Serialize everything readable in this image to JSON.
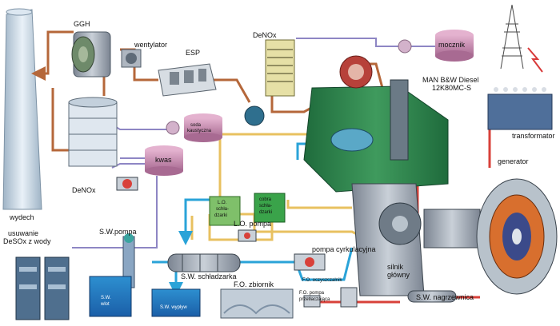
{
  "labels": {
    "ggh": "GGH",
    "wentylator": "wentylator",
    "esp": "ESP",
    "denox_top": "DeNOx",
    "mocznik": "mocznik",
    "engine_title": "MAN B&W Diesel",
    "engine_model": "12K80MC-S",
    "transformator": "transformator",
    "soda_l1": "soda",
    "soda_l2": "kaustyczna",
    "kwas": "kwas",
    "denox_left": "DeNOx",
    "generator": "generator",
    "wydech": "wydech",
    "lo_chl_1": "L.O.",
    "lo_chl_2": "schła-",
    "lo_chl_3": "dzarki",
    "cw_chl_1": "cobra",
    "cw_chl_2": "schła-",
    "cw_chl_3": "dzarki",
    "usuwanie_l1": "usuwanie",
    "usuwanie_l2": "DeSOx z wody",
    "sw_pompa": "S.W.pompa",
    "lo_pompa": "L.O. pompa",
    "sw_schladzarka": "S.W. schładzarka",
    "pompa_cyrk": "pompa cyrkulacyjna",
    "silnik_l1": "silnik",
    "silnik_l2": "główny",
    "sw_wlot_l1": "S.W.",
    "sw_wlot_l2": "wlot",
    "sw_wyplyw": "S.W. wypływ",
    "fo_zbiornik": "F.O. zbiornik",
    "fo_oczyszczalnik": "F.O. oczyszczalnik",
    "fo_pompa_l1": "F.O. pompa",
    "fo_pompa_l2": "przetłaczająca",
    "sw_nagrzewnica": "S.W. nagrzewnica"
  },
  "colors": {
    "exhaust": "#b5673a",
    "lube_oil": "#e8c160",
    "sea_water": "#2aa3d8",
    "fuel_oil": "#d8413a",
    "chemicals": "#8e86c4",
    "engine_green": "#2f7f4a",
    "tank_pink": "#c98bb0",
    "chimney": "#c7d8e7"
  }
}
